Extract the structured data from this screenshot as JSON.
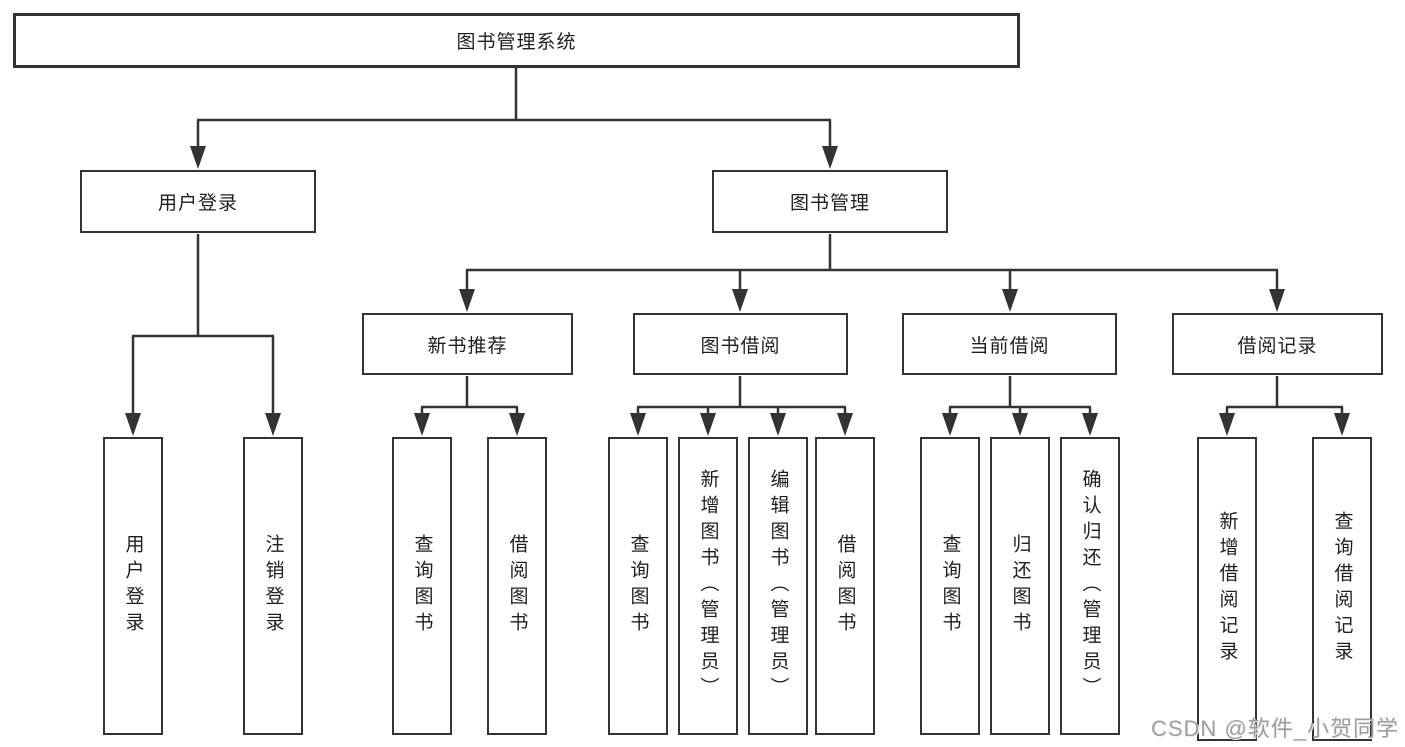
{
  "diagram": {
    "type": "tree",
    "root": {
      "label": "图书管理系统"
    },
    "level2": [
      {
        "label": "用户登录"
      },
      {
        "label": "图书管理"
      }
    ],
    "level3": [
      {
        "label": "新书推荐",
        "parent": "图书管理"
      },
      {
        "label": "图书借阅",
        "parent": "图书管理"
      },
      {
        "label": "当前借阅",
        "parent": "图书管理"
      },
      {
        "label": "借阅记录",
        "parent": "图书管理"
      }
    ],
    "leaves": [
      {
        "label": "用户登录",
        "parent": "用户登录"
      },
      {
        "label": "注销登录",
        "parent": "用户登录"
      },
      {
        "label": "查询图书",
        "parent": "新书推荐"
      },
      {
        "label": "借阅图书",
        "parent": "新书推荐"
      },
      {
        "label": "查询图书",
        "parent": "图书借阅"
      },
      {
        "label": "新增图书（管理员）",
        "parent": "图书借阅"
      },
      {
        "label": "编辑图书（管理员）",
        "parent": "图书借阅"
      },
      {
        "label": "借阅图书",
        "parent": "图书借阅"
      },
      {
        "label": "查询图书",
        "parent": "当前借阅"
      },
      {
        "label": "归还图书",
        "parent": "当前借阅"
      },
      {
        "label": "确认归还（管理员）",
        "parent": "当前借阅"
      },
      {
        "label": "新增借阅记录",
        "parent": "借阅记录"
      },
      {
        "label": "查询借阅记录",
        "parent": "借阅记录"
      }
    ]
  },
  "watermark": "CSDN @软件_小贺同学",
  "colors": {
    "line": "#333333",
    "box_border": "#333333",
    "text": "#1f1f1f",
    "watermark": "#9e9e9e",
    "background": "#ffffff"
  }
}
